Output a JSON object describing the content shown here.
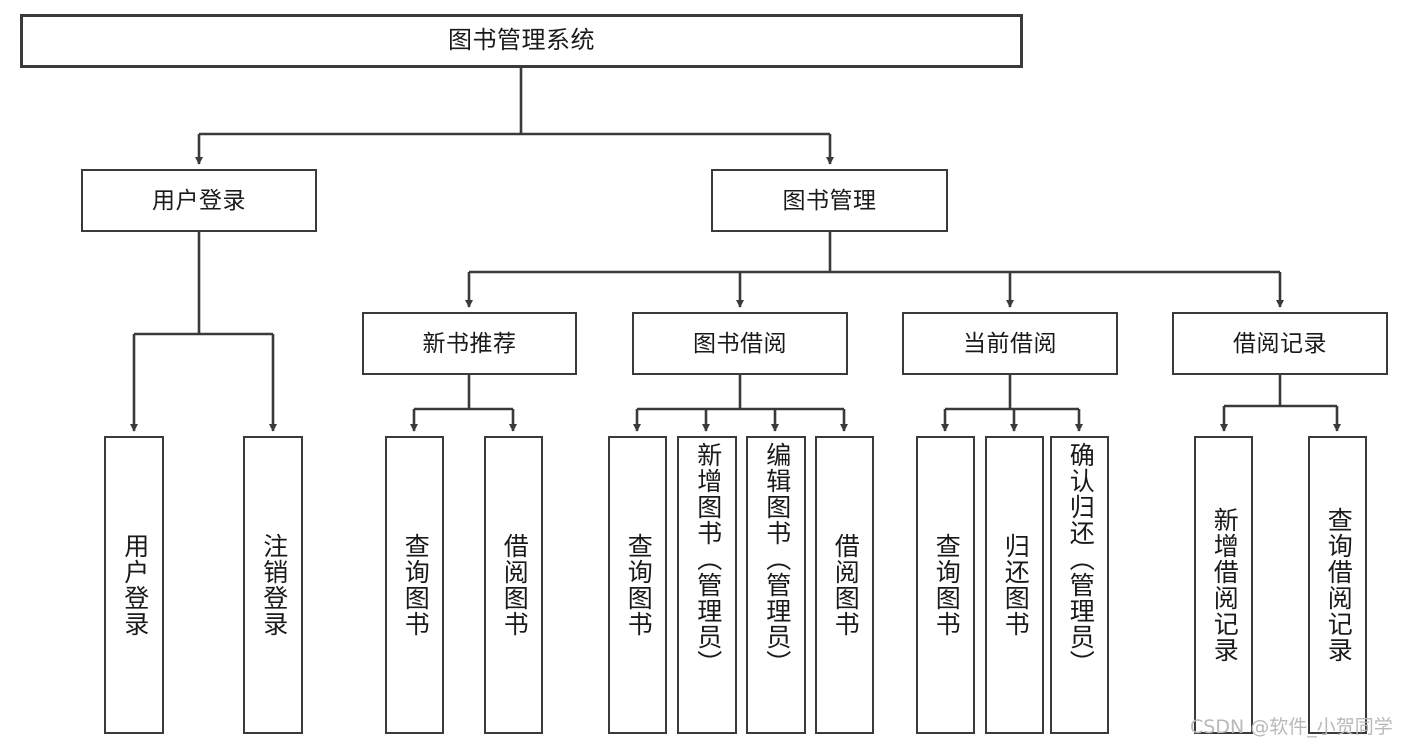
{
  "diagram": {
    "title": "图书管理系统",
    "type": "tree-hierarchy",
    "watermark": "CSDN @软件_小贺同学",
    "colors": {
      "box_border": "#3a3a3a",
      "box_fill": "#ffffff",
      "edge": "#3a3a3a",
      "text": "#1a1a1a",
      "watermark": "#b9b9b9",
      "background": "#ffffff"
    },
    "nodes": {
      "root": {
        "label": "图书管理系统"
      },
      "level2": [
        {
          "label": "用户登录"
        },
        {
          "label": "图书管理"
        }
      ],
      "level3": [
        {
          "label": "新书推荐"
        },
        {
          "label": "图书借阅"
        },
        {
          "label": "当前借阅"
        },
        {
          "label": "借阅记录"
        }
      ],
      "leaves": {
        "user_login": [
          {
            "label": "用户登录"
          },
          {
            "label": "注销登录"
          }
        ],
        "new_book_recommend": [
          {
            "label": "查询图书"
          },
          {
            "label": "借阅图书"
          }
        ],
        "book_borrow": [
          {
            "label": "查询图书"
          },
          {
            "label": "新增图书（管理员）"
          },
          {
            "label": "编辑图书（管理员）"
          },
          {
            "label": "借阅图书"
          }
        ],
        "current_borrow": [
          {
            "label": "查询图书"
          },
          {
            "label": "归还图书"
          },
          {
            "label": "确认归还（管理员）"
          }
        ],
        "borrow_record": [
          {
            "label": "新增借阅记录"
          },
          {
            "label": "查询借阅记录"
          }
        ]
      }
    }
  }
}
